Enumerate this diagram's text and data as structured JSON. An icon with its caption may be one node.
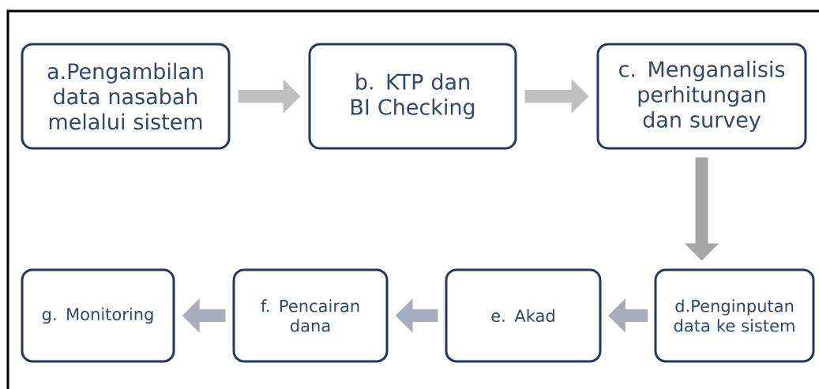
{
  "diagram": {
    "nodes": [
      {
        "text": [
          "a.Pengambilan data nasabah melalui sistem"
        ]
      },
      {
        "text": [
          "b. KTP dan BI Checking"
        ]
      },
      {
        "text": [
          "c. Menganalisis perhitungan dan survey"
        ]
      },
      {
        "text": [
          "d.Penginputan data ke sistem"
        ]
      },
      {
        "text": [
          "e. Akad"
        ]
      },
      {
        "text": [
          "f. Pencairan dana"
        ]
      },
      {
        "text": [
          "g. Monitoring"
        ]
      }
    ],
    "edges": [
      {
        "from": 0,
        "to": 1,
        "arrow": "to",
        "color": "#bfbfbf"
      },
      {
        "from": 1,
        "to": 2,
        "arrow": "to",
        "color": "#bfbfbf"
      },
      {
        "from": 2,
        "to": 3,
        "arrow": "to",
        "color": "#a6a6a6"
      },
      {
        "from": 3,
        "to": 4,
        "arrow": "to"
      },
      {
        "from": 4,
        "to": 5,
        "arrow": "to"
      },
      {
        "from": 5,
        "to": 6,
        "arrow": "to"
      }
    ]
  }
}
